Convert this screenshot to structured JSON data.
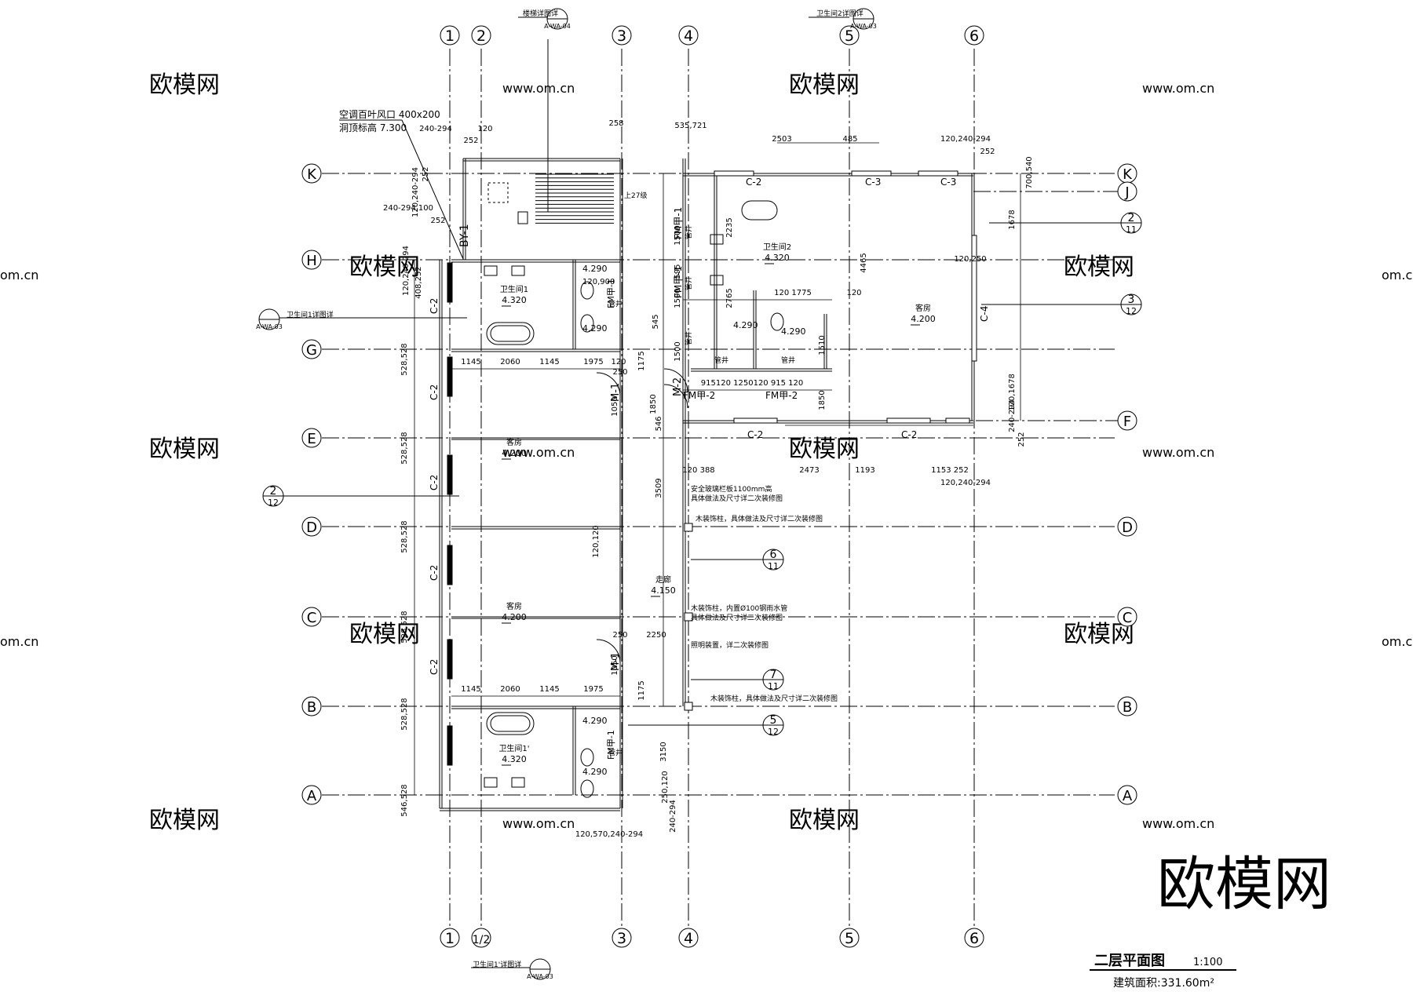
{
  "grid": {
    "cols": [
      {
        "id": "col-1",
        "top": "1",
        "bottom": "1"
      },
      {
        "id": "col-2",
        "top": "2",
        "bottom": "1/2"
      },
      {
        "id": "col-3",
        "top": "3",
        "bottom": "3"
      },
      {
        "id": "col-4",
        "top": "4",
        "bottom": "4"
      },
      {
        "id": "col-5",
        "top": "5",
        "bottom": "5"
      },
      {
        "id": "col-6",
        "top": "6",
        "bottom": "6"
      }
    ],
    "rows_left": [
      "K",
      "H",
      "G",
      "E",
      "D",
      "C",
      "B",
      "A"
    ],
    "rows_right": [
      "K",
      "J",
      "F",
      "D",
      "C",
      "B",
      "A"
    ]
  },
  "callouts": {
    "c2_12": {
      "num": "2",
      "den": "12"
    },
    "c2_11": {
      "num": "2",
      "den": "11"
    },
    "c3_12": {
      "num": "3",
      "den": "12"
    },
    "c6_11": {
      "num": "6",
      "den": "11"
    },
    "c7_11": {
      "num": "7",
      "den": "11"
    },
    "c5_12": {
      "num": "5",
      "den": "12"
    }
  },
  "detail_refs": {
    "stair": {
      "label": "楼梯详图详",
      "sheet": "A-WA-04"
    },
    "bath2": {
      "label": "卫生间2详图详",
      "sheet": "A-WA-03"
    },
    "bath1": {
      "label": "卫生间1详图详",
      "sheet": "A-WA-03"
    },
    "bath1p": {
      "label": "卫生间1'详图详",
      "sheet": "A-WA-03"
    }
  },
  "rooms": {
    "bath1": {
      "name": "卫生间1",
      "level": "4.320"
    },
    "bath1p": {
      "name": "卫生间1'",
      "level": "4.320"
    },
    "bath2": {
      "name": "卫生间2",
      "level": "4.320"
    },
    "guest_top": {
      "name": "客房",
      "level": "4.200"
    },
    "guest_mid": {
      "name": "客房",
      "level": "4.200"
    },
    "guest_right": {
      "name": "客房",
      "level": "4.200"
    },
    "corridor": {
      "name": "走廊",
      "level": "4.150"
    }
  },
  "notes": {
    "ac_vent": "空调百叶风口 400x200",
    "ac_level": "洞顶标高 7.300",
    "glass_rail_1": "安全玻璃栏板1100mm高",
    "glass_rail_2": "具体做法及尺寸详二次装修图",
    "wood_col_1": "木装饰柱，具体做法及尺寸详二次装修图",
    "wood_col_2a": "木装饰柱，内置Ø100钢雨水管",
    "wood_col_2b": "具体做法及尺寸详二次装修图",
    "lighting": "照明装置，详二次装修图",
    "wood_col_3": "木装饰柱，具体做法及尺寸详二次装修图",
    "stair_label": "上27级"
  },
  "tags": {
    "by1": "BY-1",
    "m1": "M-1",
    "m2": "M-2",
    "fmb": "FM甲-1",
    "fmb2": "FM甲-2",
    "pipe": "管井",
    "c2": "C-2",
    "c3": "C-3",
    "c4": "C-4",
    "s4290": "4.290",
    "s4290b": "4.290",
    "s120900": "120,900"
  },
  "dims": {
    "top_240_294": "240-294",
    "top_120": "120",
    "top_252": "252",
    "top_258": "258",
    "top_535_721": "535,721",
    "top_2503": "2503",
    "top_485": "485",
    "top_120_240_294": "120,240-294",
    "top_252b": "252",
    "left_120_240_294": "120,240-294",
    "left_252": "252",
    "left_240_294_100": "240-294,100",
    "left_252b": "252",
    "left_120_240_294b": "120,240-294",
    "left_408_252": "408,252",
    "g_row_1145a": "1145",
    "g_row_2060": "2060",
    "g_row_1145b": "1145",
    "g_row_1975": "1975",
    "g_row_120": "120",
    "b_row_1145a": "1145",
    "b_row_2060": "2060",
    "b_row_1145b": "1145",
    "b_row_1975": "1975",
    "d_528_528a": "528,528",
    "d_528_528b": "528,528",
    "d_528_528c": "528,528",
    "d_528_528d": "528,528",
    "d_528_528e": "528,528",
    "d_546_528": "546,528",
    "mid_1050a": "1050",
    "mid_1175a": "1175",
    "mid_250a": "250",
    "mid_1050b": "1050",
    "mid_1175b": "1175",
    "mid_250b": "250",
    "mid_2250": "2250",
    "mid_120_120": "120,120",
    "v_1500a": "1500",
    "v_1500b": "1500",
    "v_1500c": "1500",
    "v_545": "545",
    "v_595": "595",
    "v_3509": "3509",
    "v_546": "546",
    "v_3150": "3150",
    "v_1850a": "1850",
    "v_1850b": "1850",
    "v_2235": "2235",
    "v_2765": "2765",
    "v_1510": "1510",
    "v_4465": "4465",
    "h_120_1775": "120 1775",
    "h_120c": "120",
    "h_915_1250": "915120 1250120 915 120",
    "h_120_388": "120 388",
    "h_2473": "2473",
    "h_1193": "1193",
    "h_1153_252": "1153 252",
    "h_120_240_294": "120,240-294",
    "r_120_250": "120,250",
    "r_1678": "1678",
    "r_240_294": "240-294",
    "r_700_540": "700,540",
    "r_120_1678": "120,1678",
    "r_252": "252",
    "b_120_570": "120,570,240-294",
    "b_240_294": "240-294",
    "b_250_120": "250,120"
  },
  "watermarks": {
    "logo": "欧模网",
    "url": "www.om.cn",
    "domain": "om.cn"
  },
  "title_block": {
    "title": "二层平面图",
    "scale": "1:100",
    "area": "建筑面积:331.60m²"
  }
}
